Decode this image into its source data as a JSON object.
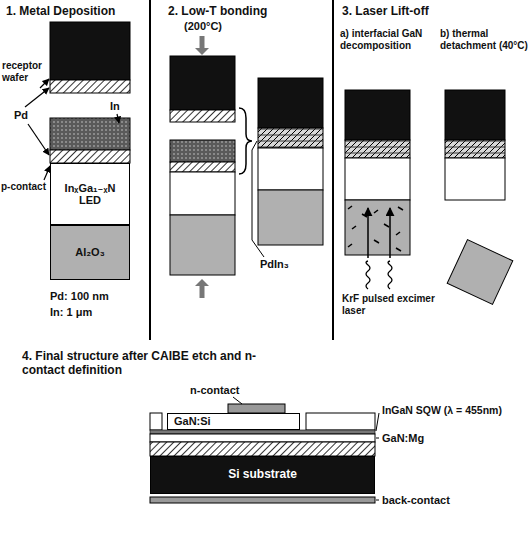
{
  "diagram": {
    "nodes": [
      {
        "text": [
          "InₓGa₁₋ₓN LED"
        ]
      },
      {
        "text": [
          "Al₂O₃"
        ]
      },
      {
        "text": [
          "GaN:Si"
        ]
      },
      {
        "text": [
          "Si substrate"
        ]
      }
    ],
    "labels": [
      "1. Metal Deposition",
      "2. Low-T bonding",
      "(200°C)",
      "3. Laser Lift-off",
      "a) interfacial GaN decomposition",
      "b) thermal detachment (40°C)",
      "receptor wafer",
      "Pd",
      "In",
      "p-contact",
      "Pd: 100 nm",
      "In: 1 μm",
      "PdIn₃",
      "KrF pulsed excimer laser",
      "4. Final structure after CAIBE etch and n-contact definition",
      "n-contact",
      "InGaN SQW (λ = 455nm)",
      "GaN:Mg",
      "back-contact"
    ]
  }
}
